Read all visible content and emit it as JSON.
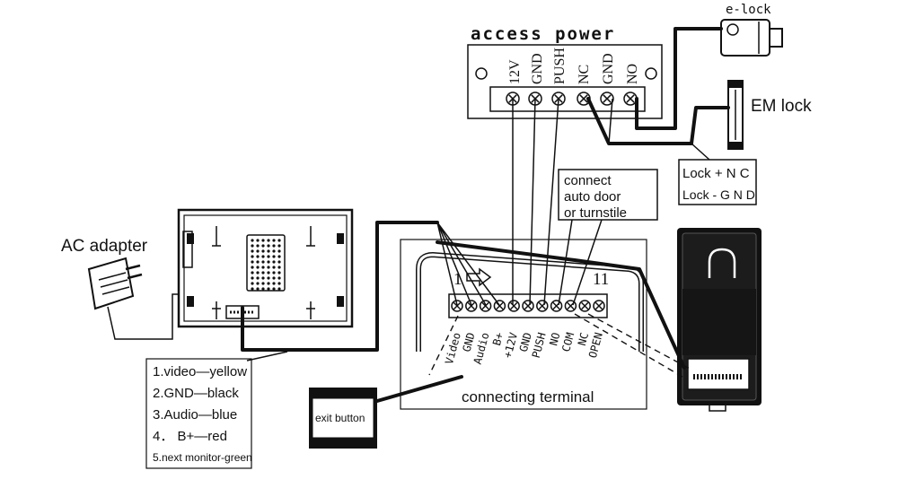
{
  "access_power": {
    "title": "access power",
    "terminals": [
      "12V",
      "GND",
      "PUSH",
      "NC",
      "GND",
      "NO"
    ]
  },
  "e_lock": {
    "label": "e-lock"
  },
  "em_lock": {
    "label": "EM lock"
  },
  "lock_note": {
    "line1": "Lock + N C",
    "line2": "Lock - G N D"
  },
  "connect_note": {
    "line1": "connect",
    "line2": "auto door",
    "line3": "or turnstile"
  },
  "ac_adapter": {
    "label": "AC adapter"
  },
  "connecting_terminal": {
    "label": "connecting terminal",
    "start_number": "1",
    "end_number": "11",
    "pins": [
      "Video",
      "GND",
      "Audio",
      "B+",
      "+12V",
      "GND",
      "PUSH",
      "NO",
      "COM",
      "NC",
      "OPEN"
    ]
  },
  "wire_legend": {
    "items": [
      "1.video—yellow",
      "2.GND—black",
      "3.Audio—blue",
      "4． B+—red",
      "5.next monitor-green"
    ]
  },
  "exit_button": {
    "label": "exit button"
  }
}
